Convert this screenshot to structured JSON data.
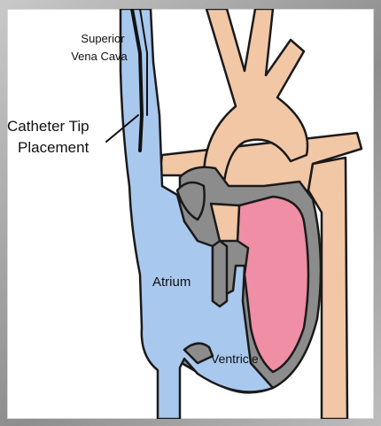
{
  "labels": {
    "superior_vena_cava": "Superior\nVena Cava",
    "svc_line1": "Superior",
    "svc_line2": "Vena Cava",
    "catheter_line1": "Catheter Tip",
    "catheter_line2": "Placement",
    "atrium": "Atrium",
    "ventricle": "Ventricle"
  },
  "colors": {
    "vein_blue": "#a9c8ee",
    "artery_peach": "#f2c7a5",
    "chamber_pink": "#ef8ea4",
    "wall_gray": "#8c8c8c",
    "outline": "#1a1a1a",
    "catheter": "#111111"
  }
}
